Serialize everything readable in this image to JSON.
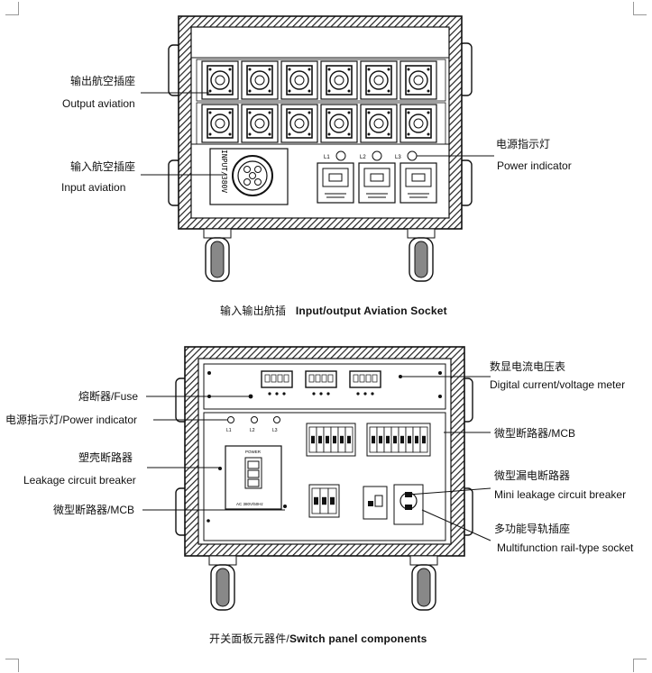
{
  "top_figure": {
    "labels": {
      "output_cn": "输出航空插座",
      "output_en": "Output aviation",
      "input_cn": "输入航空插座",
      "input_en": "Input aviation",
      "power_cn": "电源指示灯",
      "power_en": "Power indicator"
    },
    "panel_text": {
      "input_plate": "INPUT/380V",
      "l1": "L1",
      "l2": "L2",
      "l3": "L3"
    },
    "caption_cn": "输入输出航插",
    "caption_en": "Input/output Aviation Socket"
  },
  "bottom_figure": {
    "labels": {
      "fuse": "熔断器/Fuse",
      "power_indicator": "电源指示灯/Power indicator",
      "mccb_cn": "塑壳断路器",
      "mccb_en": "Leakage circuit breaker",
      "mcb_left": "微型断路器/MCB",
      "meter_cn": "数显电流电压表",
      "meter_en": "Digital current/voltage meter",
      "mcb_right": "微型断路器/MCB",
      "rcbo_cn": "微型漏电断路器",
      "rcbo_en": "Mini leakage circuit breaker",
      "rail_cn": "多功能导轨插座",
      "rail_en": "Multifunction rail-type socket"
    },
    "panel_text": {
      "l1": "L1",
      "l2": "L2",
      "l3": "L3",
      "mccb_top": "POWER",
      "mccb_bottom": "AC 380V/50Hz"
    },
    "caption_cn": "开关面板元器件/",
    "caption_en": "Switch panel components"
  }
}
